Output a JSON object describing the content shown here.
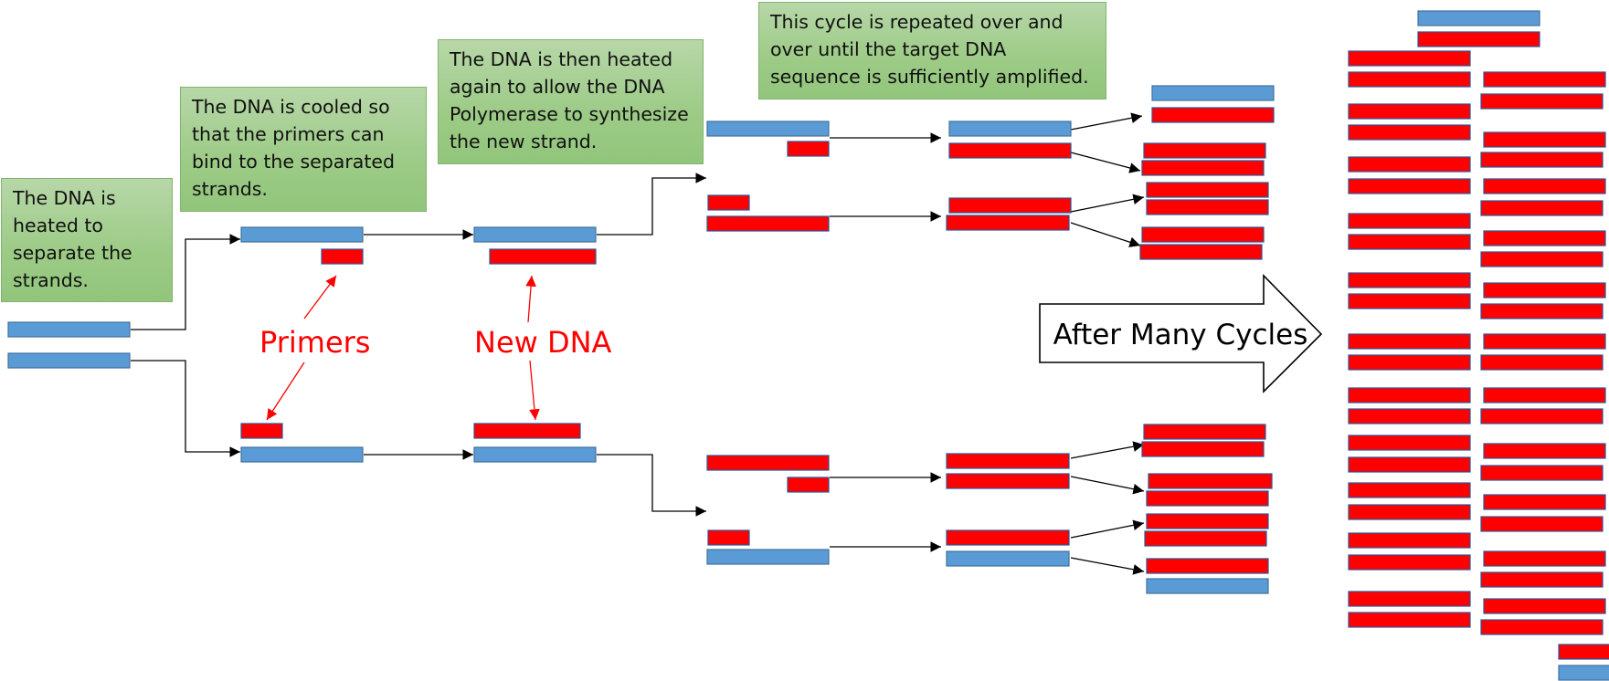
{
  "callouts": {
    "heat": "The DNA is heated to separate the strands.",
    "cool": "The DNA is cooled so that the primers can bind to the separated strands.",
    "extend": "The DNA is then heated again to allow the DNA Polymerase to synthesize the new strand.",
    "repeat": "This cycle is repeated over and over until the target DNA sequence is sufficiently amplified."
  },
  "labels": {
    "primers": "Primers",
    "new_dna": "New DNA",
    "after_many_cycles": "After Many Cycles"
  },
  "colors": {
    "template_strand": "#5b9bd5",
    "template_border": "#41719c",
    "new_strand": "#ff0000",
    "new_border": "#2f5597",
    "callout_fill": "#a9d18e",
    "label_text": "#ff0000"
  }
}
